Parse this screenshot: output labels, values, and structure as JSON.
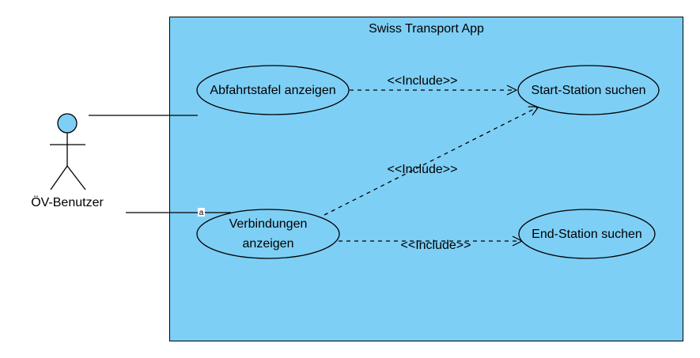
{
  "system": {
    "title": "Swiss Transport App",
    "fill": "#7ecff5"
  },
  "actor": {
    "name": "ÖV-Benutzer",
    "head_color": "#7ecff5",
    "association_marker": "a"
  },
  "use_cases": {
    "abfahrtstafel": "Abfahrtstafel anzeigen",
    "verbindungen_line1": "Verbindungen",
    "verbindungen_line2": "anzeigen",
    "start_station": "Start-Station suchen",
    "end_station": "End-Station suchen"
  },
  "relations": {
    "include_1": "<<Include>>",
    "include_2": "<<Include>>",
    "include_3": "<<Include>>"
  }
}
